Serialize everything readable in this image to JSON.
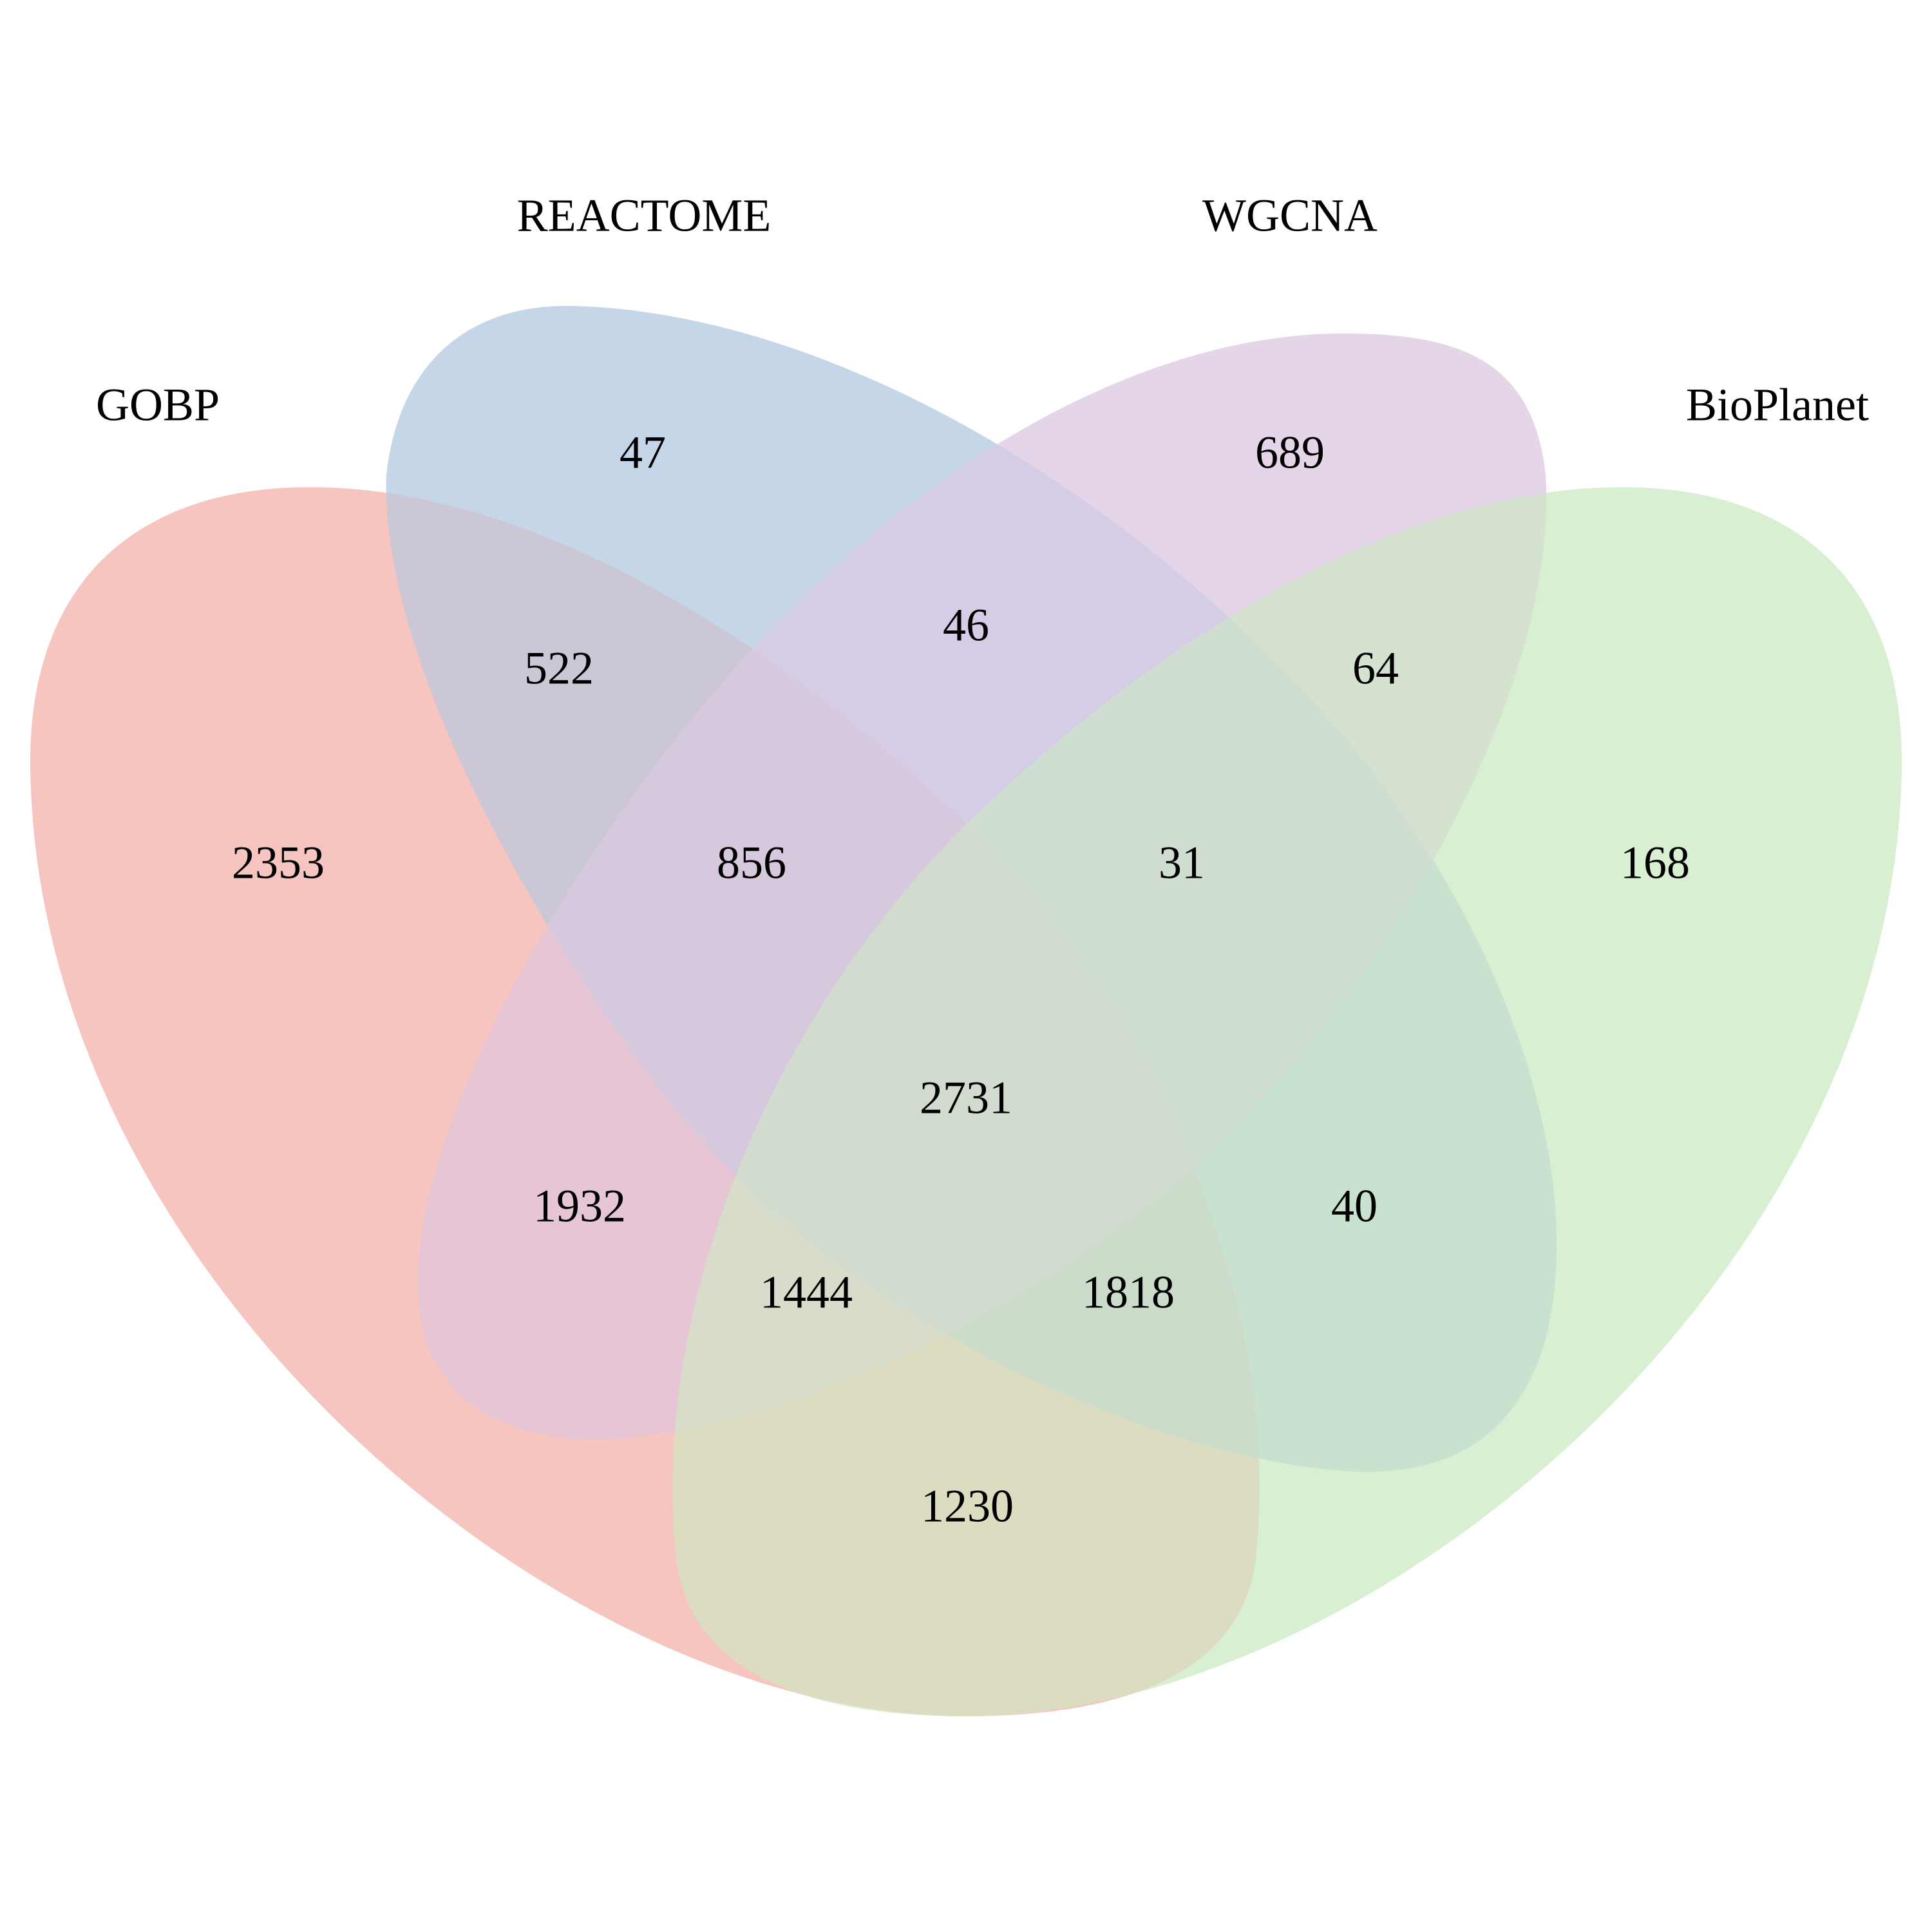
{
  "sets": [
    {
      "key": "gobp",
      "label": "GOBP",
      "color": "#F4B6AF"
    },
    {
      "key": "reactome",
      "label": "REACTOME",
      "color": "#B7CCE4"
    },
    {
      "key": "wgcna",
      "label": "WGCNA",
      "color": "#DECBE4"
    },
    {
      "key": "bioplanet",
      "label": "BioPlanet",
      "color": "#CDEBC4"
    }
  ],
  "regions": {
    "gobp_only": "2353",
    "reactome_only": "47",
    "wgcna_only": "689",
    "bioplanet_only": "168",
    "gobp_reactome": "522",
    "reactome_wgcna": "46",
    "wgcna_bioplanet": "64",
    "gobp_reactome_wgcna": "856",
    "reactome_wgcna_bioplanet": "31",
    "all_four": "2731",
    "gobp_wgcna": "1932",
    "reactome_bioplanet": "40",
    "gobp_wgcna_bioplanet": "1444",
    "gobp_reactome_bioplanet": "1818",
    "gobp_bioplanet": "1230"
  }
}
